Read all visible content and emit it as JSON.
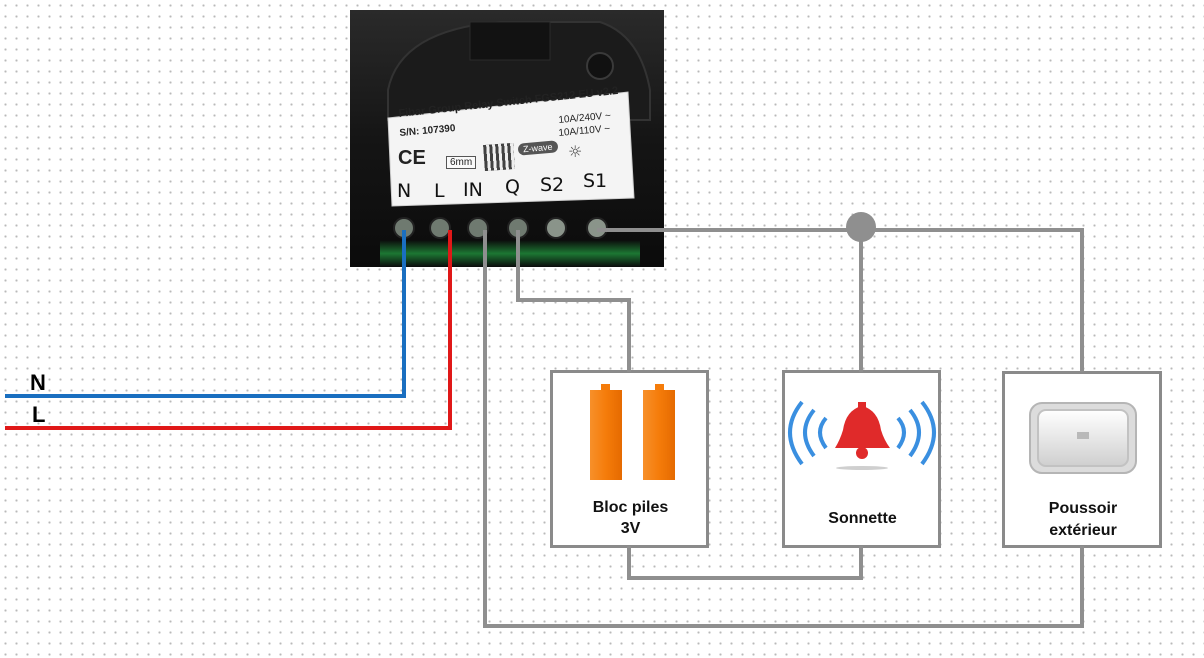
{
  "module": {
    "title_line": "Fibar Group Relay Switch FGS212 EU v2.2",
    "serial": "S/N: 107390",
    "rating_240": "10A/240V ~",
    "rating_110": "10A/110V ~",
    "ce_mark": "CE",
    "strip_length": "6mm",
    "zwave_logo": "Z-wave",
    "terminals": [
      "N",
      "L",
      "IN",
      "Q",
      "S2",
      "S1"
    ]
  },
  "mains": {
    "neutral_label": "N",
    "live_label": "L"
  },
  "components": {
    "battery": {
      "label_line1": "Bloc piles",
      "label_line2": "3V",
      "icon": "battery-icon"
    },
    "bell": {
      "label": "Sonnette",
      "icon": "bell-icon"
    },
    "push_button": {
      "label_line1": "Poussoir",
      "label_line2": "extérieur",
      "icon": "push-button-icon"
    }
  },
  "colors": {
    "neutral_wire": "#1a6fc0",
    "live_wire": "#e01818",
    "signal_wire": "#8f8f8f",
    "battery": "#f57c0a",
    "bell": "#e02a2a",
    "bell_waves": "#3a8fe0"
  }
}
